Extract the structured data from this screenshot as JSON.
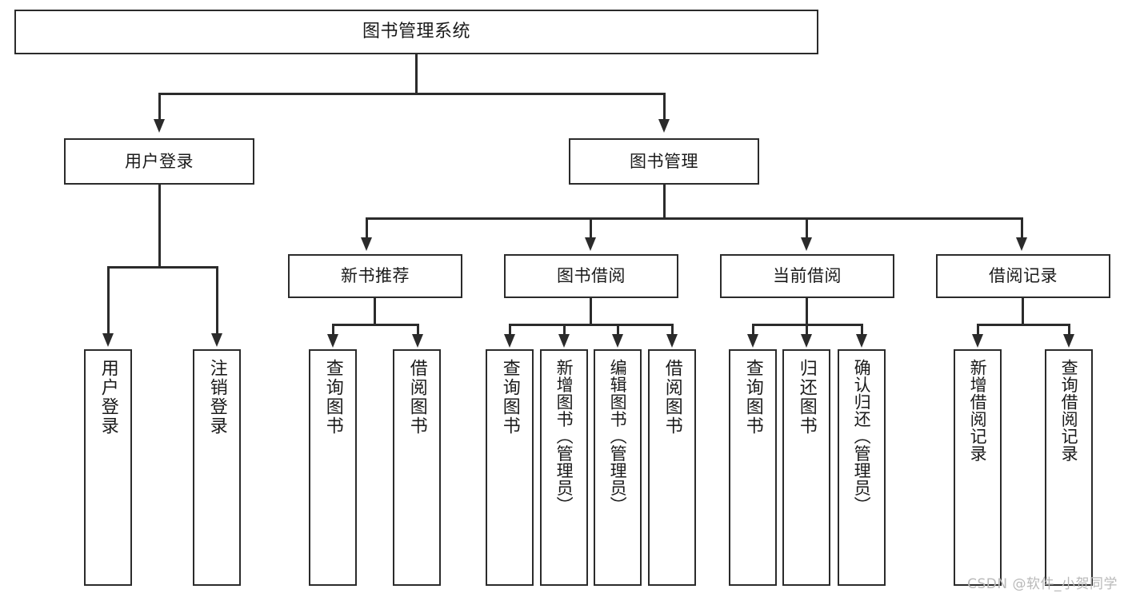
{
  "diagram": {
    "type": "tree",
    "title": "图书管理系统",
    "watermark": "CSDN @软件_小贺同学",
    "colors": {
      "stroke": "#2b2b2b",
      "fill": "#ffffff",
      "text": "#1a1a1a",
      "watermark": "#b9b9b9"
    },
    "nodes": {
      "root": {
        "label": "图书管理系统"
      },
      "level1": [
        {
          "label": "用户登录"
        },
        {
          "label": "图书管理"
        }
      ],
      "level2": [
        {
          "label": "新书推荐"
        },
        {
          "label": "图书借阅"
        },
        {
          "label": "当前借阅"
        },
        {
          "label": "借阅记录"
        }
      ],
      "leaves": {
        "user_login": [
          {
            "label": "用户登录"
          },
          {
            "label": "注销登录"
          }
        ],
        "new_book": [
          {
            "label": "查询图书"
          },
          {
            "label": "借阅图书"
          }
        ],
        "book_borrow": [
          {
            "label": "查询图书"
          },
          {
            "label": "新增图书（管理员）"
          },
          {
            "label": "编辑图书（管理员）"
          },
          {
            "label": "借阅图书"
          }
        ],
        "current_borrow": [
          {
            "label": "查询图书"
          },
          {
            "label": "归还图书"
          },
          {
            "label": "确认归还（管理员）"
          }
        ],
        "borrow_record": [
          {
            "label": "新增借阅记录"
          },
          {
            "label": "查询借阅记录"
          }
        ]
      }
    }
  }
}
